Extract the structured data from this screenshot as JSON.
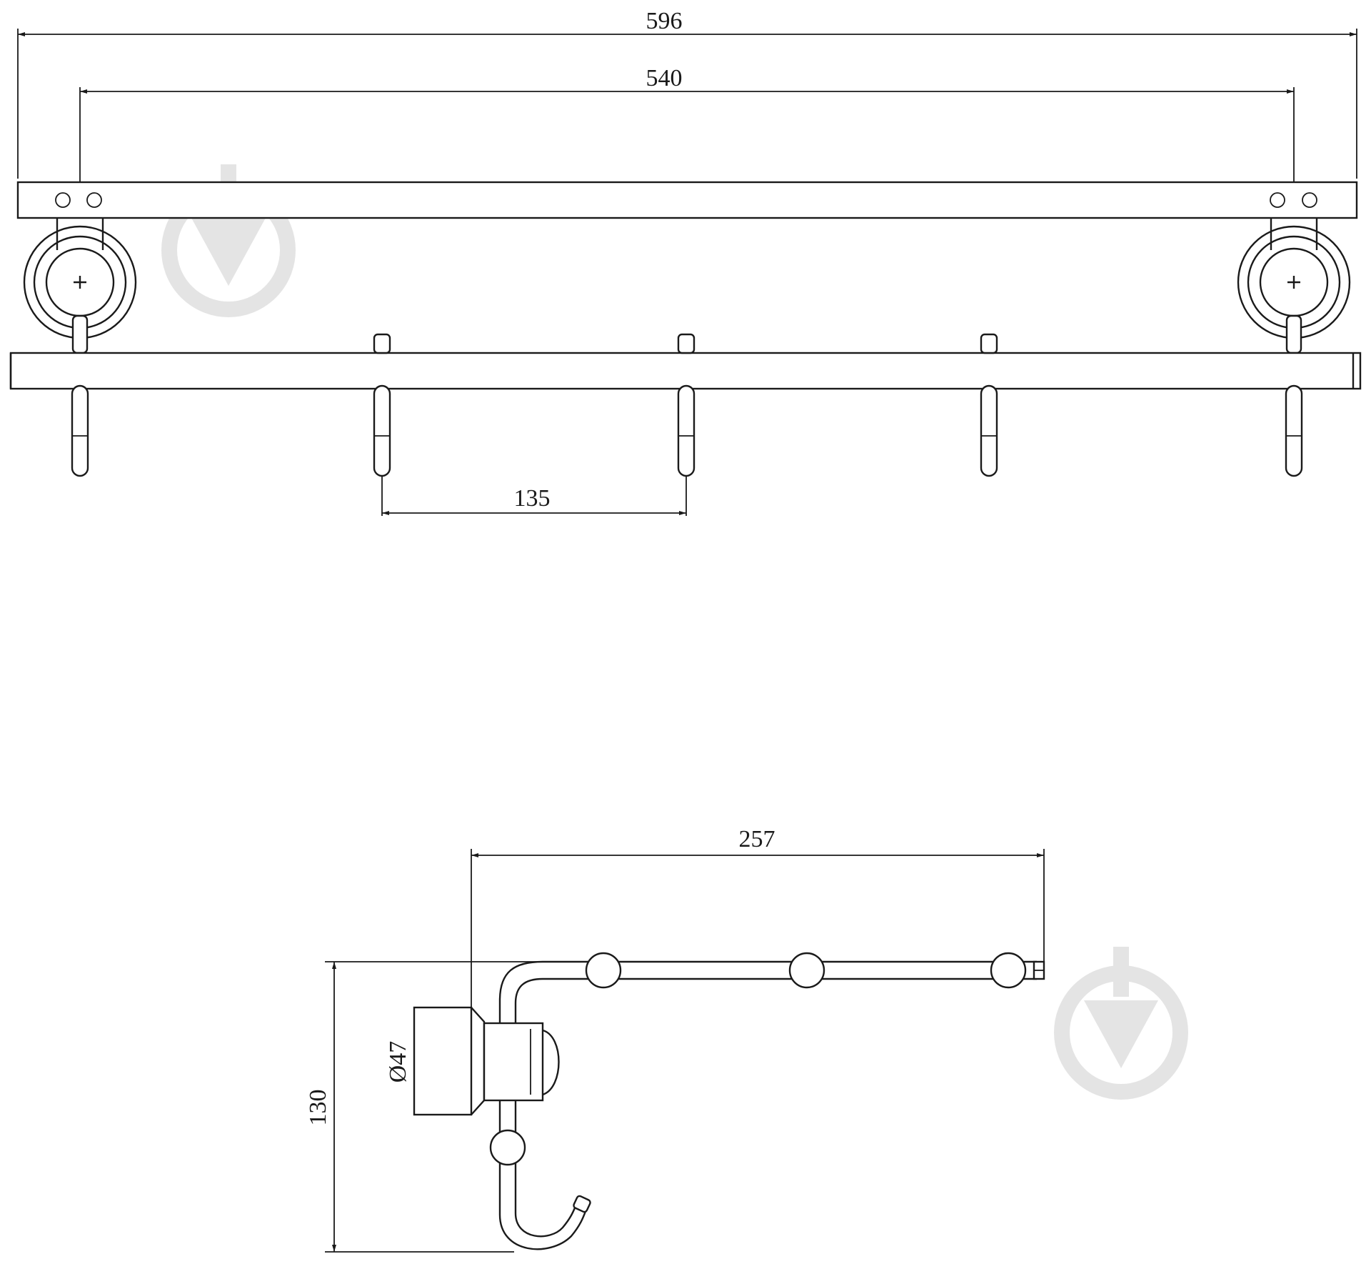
{
  "dimensions": {
    "overall_length": "596",
    "mount_spacing": "540",
    "hook_spacing": "135",
    "side_depth": "257",
    "side_height": "130",
    "base_diameter": "Ø47"
  },
  "icons": [
    "watermark-arrow-icon"
  ]
}
